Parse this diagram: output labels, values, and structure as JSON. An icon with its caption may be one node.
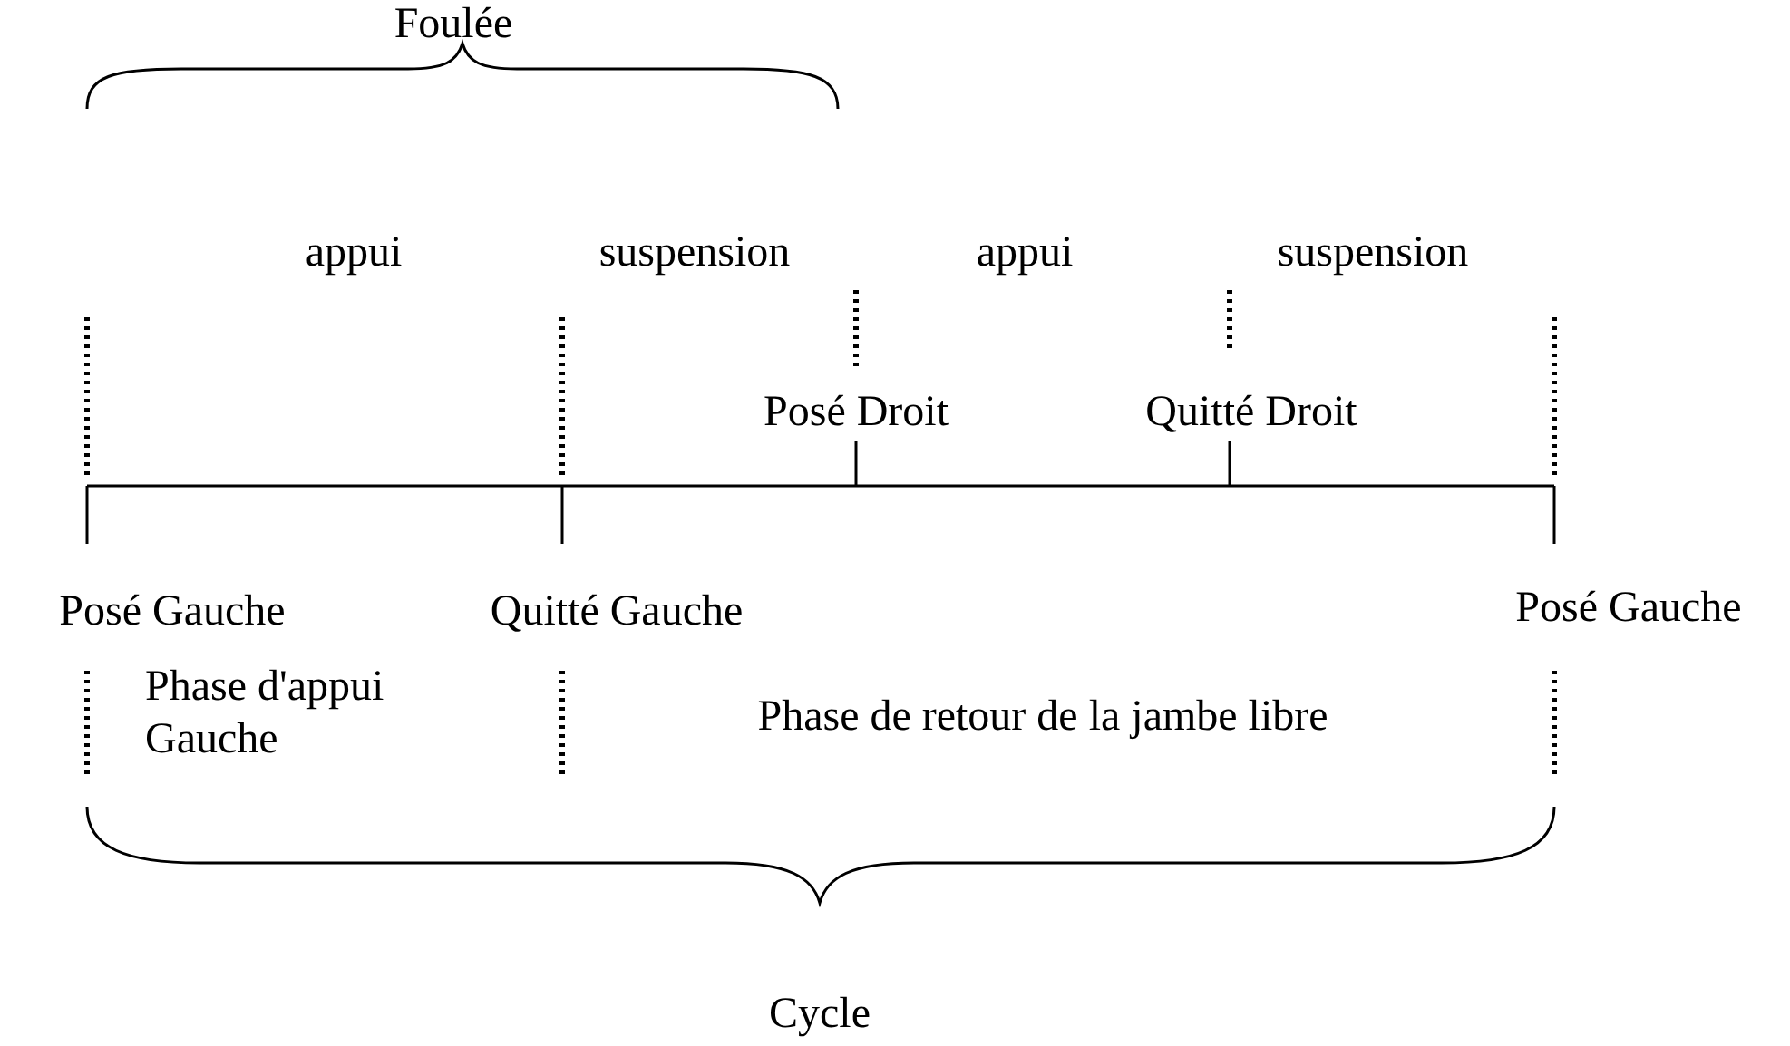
{
  "diagram": {
    "labels": [
      "Foulée",
      "appui",
      "suspension",
      "appui",
      "suspension",
      "Posé Droit",
      "Quitté Droit",
      "Posé Gauche",
      "Quitté Gauche",
      "Posé Gauche",
      "Phase d'appui Gauche",
      "Phase de retour de la jambe libre",
      "Cycle"
    ]
  }
}
